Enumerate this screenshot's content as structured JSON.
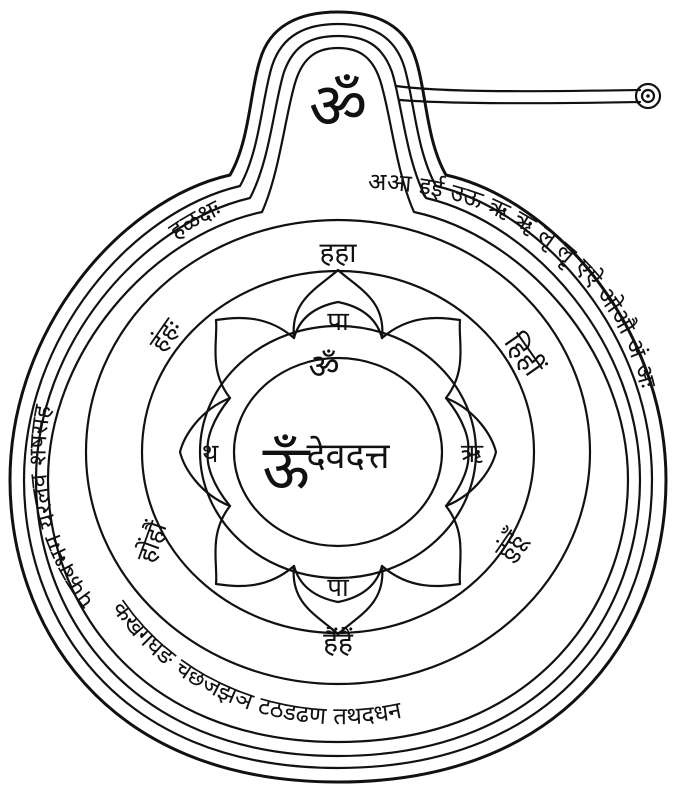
{
  "diagram": {
    "top_symbol": "ॐ",
    "spiral_symbol": "◎",
    "center": {
      "syllable": "ॐ",
      "name": "देवदत्त",
      "seed": "ऊँ"
    },
    "inner_ring": {
      "top": "हहा",
      "right_upper": "हिहीं",
      "right_lower": "हुंहूँ",
      "bottom": "हैंहैं",
      "left_lower": "होंहौं",
      "left_upper": "हंहः"
    },
    "petals": {
      "top": "पा",
      "right": "ऋ",
      "bottom": "पा",
      "left": "थ"
    },
    "outer_ring_text": {
      "upper_right": "अआ इई उऊ ऋ ॠ लृ लॄ एऐ ओऔ अं अः",
      "upper_left": "हळक्षः",
      "left": "पफबभम यरलव शषसह",
      "bottom": "कखगघङ चछजझञ टठडढण तथदधन"
    }
  }
}
